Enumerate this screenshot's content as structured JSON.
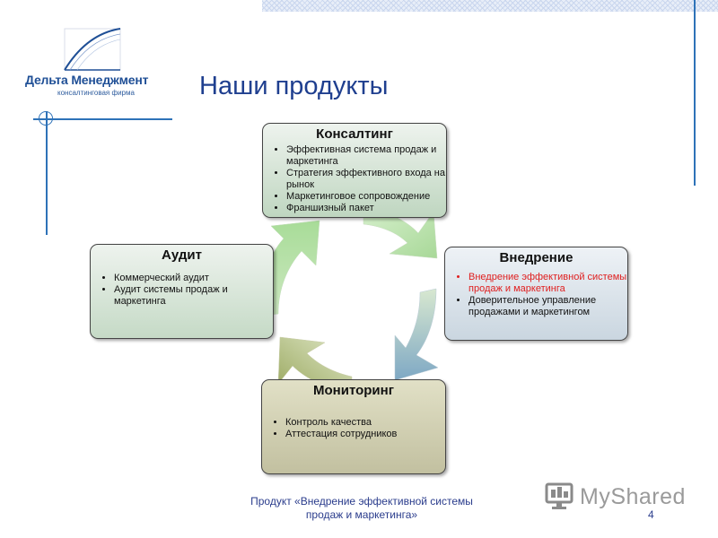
{
  "header": {
    "logo": {
      "name": "Дельта Менеджмент",
      "subtitle": "консалтинговая фирма",
      "color": "#1f4f96"
    },
    "title": "Наши продукты"
  },
  "diagram": {
    "consulting": {
      "title": "Консалтинг",
      "items": [
        {
          "text": "Эффективная система продаж и маркетинга"
        },
        {
          "text": "Стратегия эффективного входа на рынок"
        },
        {
          "text": "Маркетинговое сопровождение"
        },
        {
          "text": "Франшизный пакет"
        }
      ]
    },
    "implementation": {
      "title": "Внедрение",
      "items": [
        {
          "text": "Внедрение эффективной системы продаж и маркетинга",
          "highlight": true
        },
        {
          "text": "Доверительное управление продажами и маркетингом"
        }
      ]
    },
    "monitoring": {
      "title": "Мониторинг",
      "items": [
        {
          "text": "Контроль качества"
        },
        {
          "text": "Аттестация сотрудников"
        }
      ]
    },
    "audit": {
      "title": "Аудит",
      "items": [
        {
          "text": "Коммерческий аудит"
        },
        {
          "text": "Аудит системы продаж и маркетинга"
        }
      ]
    },
    "colors": {
      "highlight": "#e02020",
      "arrow_green": "#b4e0a8",
      "arrow_blue": "#8fb4cc",
      "arrow_olive": "#b8c070"
    }
  },
  "footer": {
    "text": "Продукт «Внедрение эффективной системы продаж и маркетинга»",
    "page_number": "4",
    "watermark": "MyShared"
  }
}
